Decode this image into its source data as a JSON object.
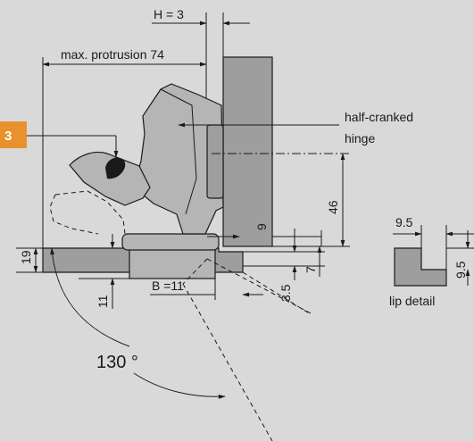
{
  "badge": {
    "number": "3",
    "color": "#e8922e"
  },
  "colors": {
    "background": "#d9d9d9",
    "part_fill": "#9e9e9e",
    "part_fill_light": "#b5b5b5",
    "hinge_fill": "#6e6e6e",
    "line": "#1a1a1a"
  },
  "labels": {
    "h_dim": "H = 3",
    "max_protrusion": "max. protrusion 74",
    "hinge_name_line1": "half-cranked",
    "hinge_name_line2": "hinge",
    "dim_46": "46",
    "dim_9": "9",
    "dim_19": "19",
    "dim_11": "11",
    "dim_b": "B =11",
    "dim_3_5": "3.5",
    "dim_7": "7",
    "angle": "130 °",
    "lip_9_5_top": "9.5",
    "lip_9_5_side": "9.5",
    "lip_caption": "lip detail"
  }
}
